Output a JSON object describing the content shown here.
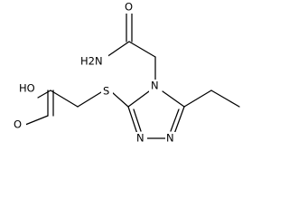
{
  "molecule": {
    "atoms": {
      "amide_oxygen": "O",
      "amide_nitrogen": "H2N",
      "acid_hydroxyl": "HO",
      "acid_oxygen": "O",
      "thioether_sulfur": "S",
      "ring_n4": "N",
      "ring_n1": "N",
      "ring_n2": "N"
    }
  }
}
